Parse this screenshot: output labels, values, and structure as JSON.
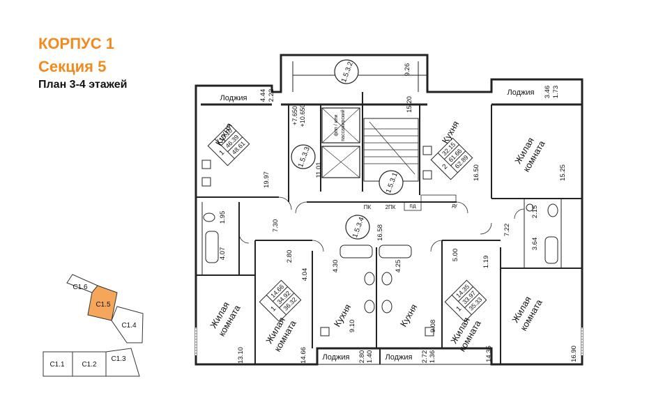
{
  "header": {
    "building": "КОРПУС 1",
    "section": "Секция 5",
    "floor_plan": "План 3-4 этажей"
  },
  "accent_color": "#f28a1e",
  "highlight_fill": "#f5a65b",
  "room_labels": {
    "kitchen": "Кухня",
    "living_room_line1": "Жилая",
    "living_room_line2": "комната",
    "loggia": "Лоджия"
  },
  "apartments": {
    "a1": {
      "rooms": "1",
      "living": "13.10",
      "total": "46.39",
      "total_with_loggia": "48.61"
    },
    "a2": {
      "rooms": "2",
      "living": "32.15",
      "total": "61.66",
      "total_with_loggia": "62.89"
    },
    "a3": {
      "rooms": "1",
      "living": "14.66",
      "total": "34.92",
      "total_with_loggia": "36.32"
    },
    "a4": {
      "rooms": "1",
      "living": "14.35",
      "total": "33.97",
      "total_with_loggia": "35.33"
    }
  },
  "common_areas": {
    "c1": "1.5.3.2",
    "c2": "1.5.3.3",
    "c3": "1.5.3.1",
    "c4": "1.5.3.4"
  },
  "areas": {
    "loggia_tl_a": "4.44",
    "loggia_tl_b": "2.22",
    "loggia_tr_a": "3.46",
    "loggia_tr_b": "1.73",
    "loggia_bl_a": "2.80",
    "loggia_bl_b": "1.40",
    "loggia_br_a": "2.72",
    "loggia_br_b": "1.36",
    "top_hall": "9.26",
    "stair": "15.20",
    "kitchen_tl": "19.97",
    "kitchen_tr": "16.50",
    "corr_left": "11.01",
    "corr_center": "16.58",
    "living_tr": "15.25",
    "bath_l1": "1.95",
    "bath_l2": "4.07",
    "hall_l": "7.30",
    "hall_l2": "2.80",
    "bath_c1": "4.30",
    "bath_c2": "4.25",
    "hall_c1": "4.04",
    "hall_r1": "5.00",
    "hall_r2": "1.19",
    "bath_r1": "2.15",
    "bath_r2": "3.64",
    "hall_r3": "7.22",
    "kitchen_bl": "9.10",
    "kitchen_br": "9.08",
    "living_bl": "13.10",
    "living_bc": "14.66",
    "living_bcr": "14.35",
    "living_br": "16.90"
  },
  "elevation": {
    "top": "+7.650",
    "bottom": "+10.650"
  },
  "shaft_label_1": "фпп / или",
  "shaft_label_2": "пассажирский",
  "small_labels": {
    "pk": "ПК",
    "pk2": "2ПК",
    "pd": "пд",
    "du": "ду"
  },
  "minimap": {
    "c16": "С1.6",
    "c15": "С1.5",
    "c14": "С1.4",
    "c11": "С1.1",
    "c12": "С1.2",
    "c13": "С1.3"
  }
}
